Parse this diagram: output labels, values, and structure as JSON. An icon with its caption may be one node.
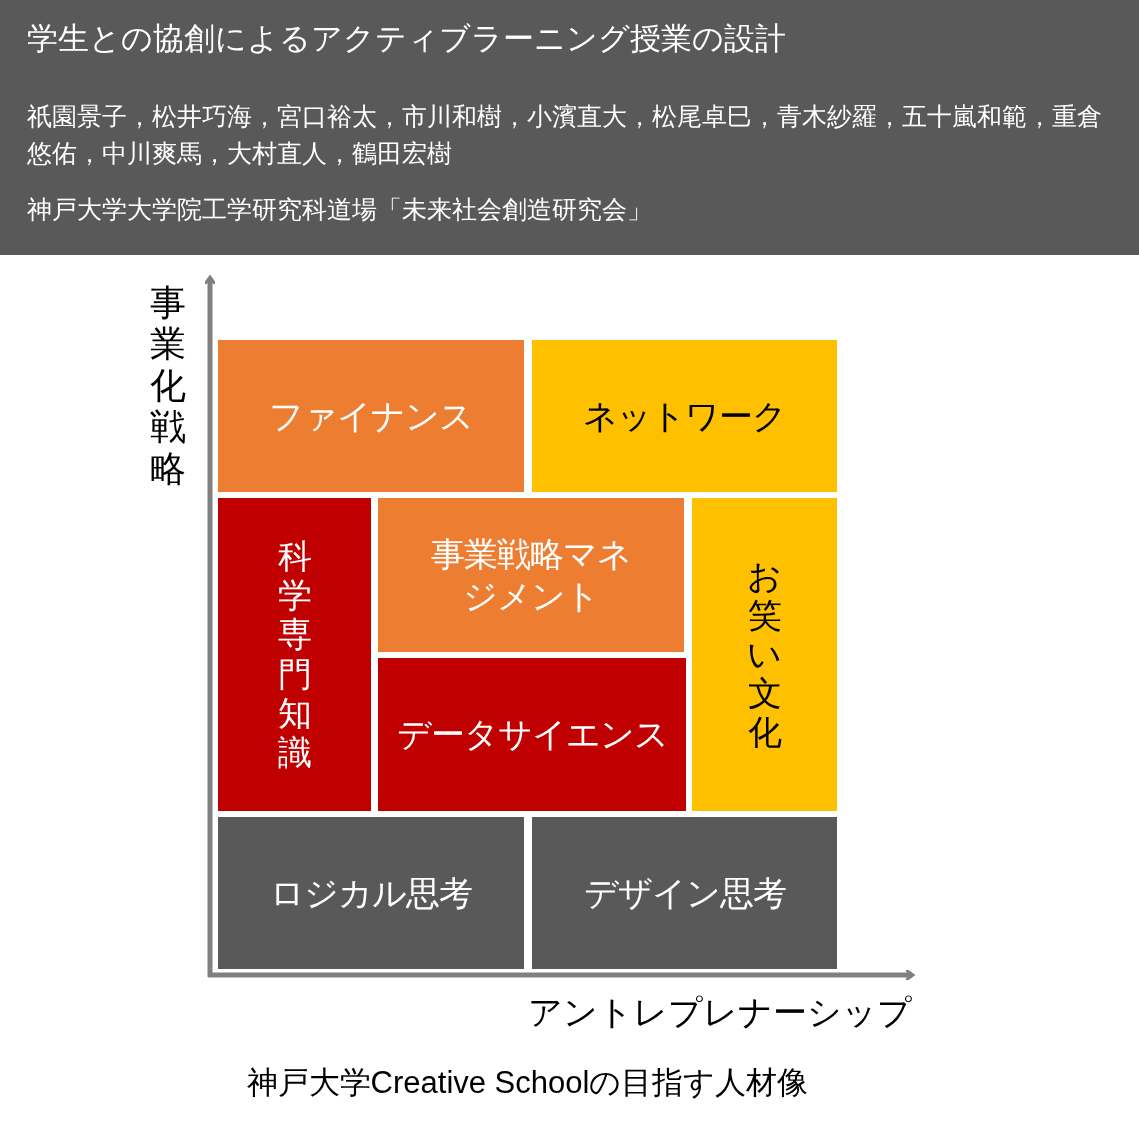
{
  "diagram": {
    "title": "学生との協創によるアクティブラーニング授業の設計",
    "caption": "神戸大学Creative Schoolの目指す人材像",
    "nodes": [
      {
        "text": [
          "ファイナンス"
        ]
      },
      {
        "text": [
          "ネットワーク"
        ]
      },
      {
        "text": [
          "科学専門知識"
        ]
      },
      {
        "text": [
          "事業戦略マネジメント"
        ]
      },
      {
        "text": [
          "データサイエンス"
        ]
      },
      {
        "text": [
          "お笑い文化"
        ]
      },
      {
        "text": [
          "ロジカル思考"
        ]
      },
      {
        "text": [
          "デザイン思考"
        ]
      }
    ],
    "edges": [],
    "labels": [
      "祇園景子，松井巧海，宮口裕太，市川和樹，小濱直大，松尾卓巳，青木紗羅，五十嵐和範，重倉悠佑，中川爽馬，大村直人，鶴田宏樹",
      "神戸大学大学院工学研究科道場「未来社会創造研究会」",
      "事業化戦略",
      "アントレプレナーシップ"
    ]
  }
}
